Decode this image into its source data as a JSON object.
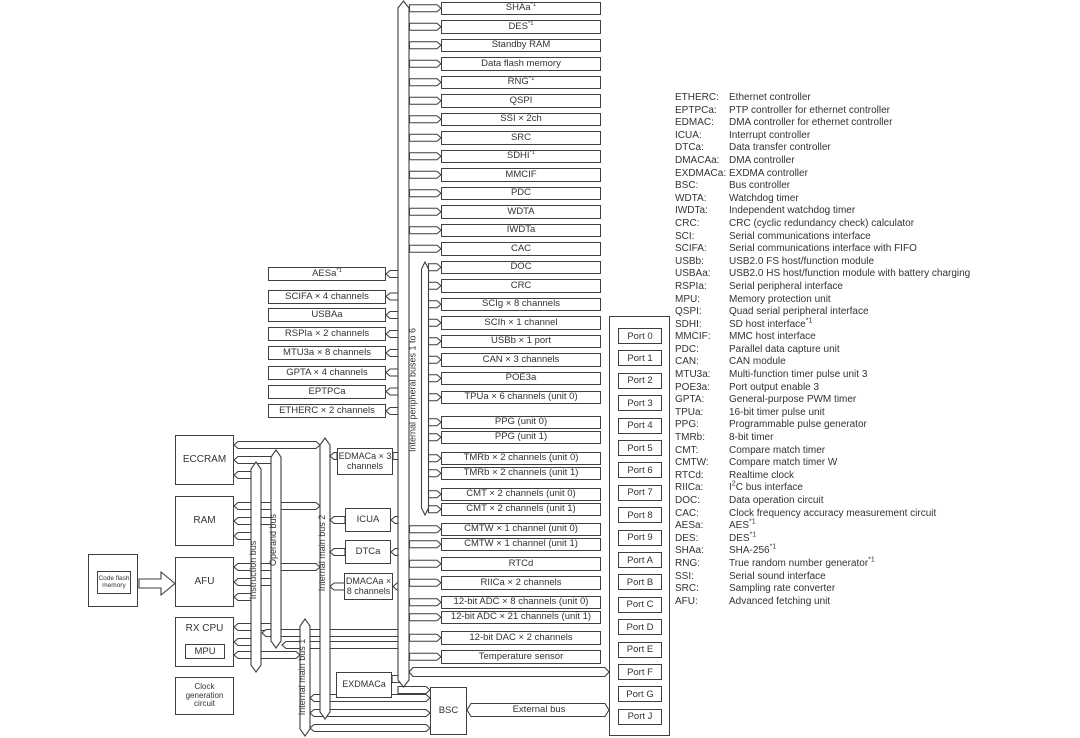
{
  "diagram": {
    "peripheral_bus_label": "Internal peripheral buses 1 to 6",
    "external_bus_label": "External bus",
    "vertical_buses": [
      "Instruction bus",
      "Operand bus",
      "Internal main bus 1",
      "Internal main bus 2"
    ],
    "central_blocks": [
      "SHAa*1",
      "DES*1",
      "Standby RAM",
      "Data flash memory",
      "RNG*1",
      "QSPI",
      "SSI × 2ch",
      "SRC",
      "SDHI*1",
      "MMCIF",
      "PDC",
      "WDTA",
      "IWDTa",
      "CAC",
      "DOC",
      "CRC",
      "SCIg × 8 channels",
      "SCIh × 1 channel",
      "USBb × 1 port",
      "CAN × 3 channels",
      "POE3a",
      "TPUa × 6 channels (unit 0)",
      "PPG (unit 0)",
      "PPG (unit 1)",
      "TMRb × 2 channels (unit 0)",
      "TMRb × 2 channels (unit 1)",
      "CMT × 2 channels (unit 0)",
      "CMT × 2 channels (unit 1)",
      "CMTW × 1 channel (unit 0)",
      "CMTW × 1 channel (unit 1)",
      "RTCd",
      "RIICa × 2 channels",
      "12-bit ADC × 8 channels (unit 0)",
      "12-bit ADC × 21 channels (unit 1)",
      "12-bit DAC × 2 channels",
      "Temperature sensor"
    ],
    "left_blocks": [
      "AESa*1",
      "SCIFA × 4 channels",
      "USBAa",
      "RSPIa × 2 channels",
      "MTU3a × 8 channels",
      "GPTA × 4 channels",
      "EPTPCa",
      "ETHERC × 2 channels"
    ],
    "middle_blocks": [
      "EDMACa × 3 channels",
      "ICUA",
      "DTCa",
      "DMACAa × 8 channels",
      "EXDMACa",
      "BSC"
    ],
    "cpu_column": [
      "ECCRAM",
      "RAM",
      "AFU",
      "RX CPU",
      "MPU",
      "Clock generation circuit"
    ],
    "code_flash_label": "Code flash memory",
    "ports": [
      "Port 0",
      "Port 1",
      "Port 2",
      "Port 3",
      "Port 4",
      "Port 5",
      "Port 6",
      "Port 7",
      "Port 8",
      "Port 9",
      "Port A",
      "Port B",
      "Port C",
      "Port D",
      "Port E",
      "Port F",
      "Port G",
      "Port J"
    ]
  },
  "legend": [
    {
      "abbr": "ETHERC:",
      "def": "Ethernet controller"
    },
    {
      "abbr": "EPTPCa:",
      "def": "PTP controller for ethernet controller"
    },
    {
      "abbr": "EDMAC:",
      "def": "DMA controller for ethernet controller"
    },
    {
      "abbr": "ICUA:",
      "def": "Interrupt controller"
    },
    {
      "abbr": "DTCa:",
      "def": "Data transfer controller"
    },
    {
      "abbr": "DMACAa:",
      "def": "DMA controller"
    },
    {
      "abbr": "EXDMACa:",
      "def": "EXDMA controller"
    },
    {
      "abbr": "BSC:",
      "def": "Bus controller"
    },
    {
      "abbr": "WDTA:",
      "def": "Watchdog timer"
    },
    {
      "abbr": "IWDTa:",
      "def": "Independent watchdog timer"
    },
    {
      "abbr": "CRC:",
      "def": "CRC (cyclic redundancy check) calculator"
    },
    {
      "abbr": "SCI:",
      "def": "Serial communications interface"
    },
    {
      "abbr": "SCIFA:",
      "def": "Serial communications interface with FIFO"
    },
    {
      "abbr": "USBb:",
      "def": "USB2.0 FS host/function module"
    },
    {
      "abbr": "USBAa:",
      "def": "USB2.0 HS host/function module with battery charging"
    },
    {
      "abbr": "RSPIa:",
      "def": "Serial peripheral interface"
    },
    {
      "abbr": "MPU:",
      "def": "Memory protection unit"
    },
    {
      "abbr": "QSPI:",
      "def": "Quad serial peripheral interface"
    },
    {
      "abbr": "SDHI:",
      "def": "SD host interface*1"
    },
    {
      "abbr": "MMCIF:",
      "def": "MMC host interface"
    },
    {
      "abbr": "PDC:",
      "def": "Parallel data capture unit"
    },
    {
      "abbr": "CAN:",
      "def": "CAN module"
    },
    {
      "abbr": "MTU3a:",
      "def": "Multi-function timer pulse unit 3"
    },
    {
      "abbr": "POE3a:",
      "def": "Port output enable 3"
    },
    {
      "abbr": "GPTA:",
      "def": "General-purpose PWM timer"
    },
    {
      "abbr": "TPUa:",
      "def": "16-bit timer pulse unit"
    },
    {
      "abbr": "PPG:",
      "def": "Programmable pulse generator"
    },
    {
      "abbr": "TMRb:",
      "def": "8-bit timer"
    },
    {
      "abbr": "CMT:",
      "def": "Compare match timer"
    },
    {
      "abbr": "CMTW:",
      "def": "Compare match timer W"
    },
    {
      "abbr": "RTCd:",
      "def": "Realtime clock"
    },
    {
      "abbr": "RIICa:",
      "def": "I2C bus interface"
    },
    {
      "abbr": "DOC:",
      "def": "Data operation circuit"
    },
    {
      "abbr": "CAC:",
      "def": "Clock frequency accuracy measurement circuit"
    },
    {
      "abbr": "AESa:",
      "def": "AES*1"
    },
    {
      "abbr": "DES:",
      "def": "DES*1"
    },
    {
      "abbr": "SHAa:",
      "def": "SHA-256*1"
    },
    {
      "abbr": "RNG:",
      "def": "True random number generator*1"
    },
    {
      "abbr": "SSI:",
      "def": "Serial sound interface"
    },
    {
      "abbr": "SRC:",
      "def": "Sampling rate converter"
    },
    {
      "abbr": "AFU:",
      "def": "Advanced fetching unit"
    }
  ]
}
